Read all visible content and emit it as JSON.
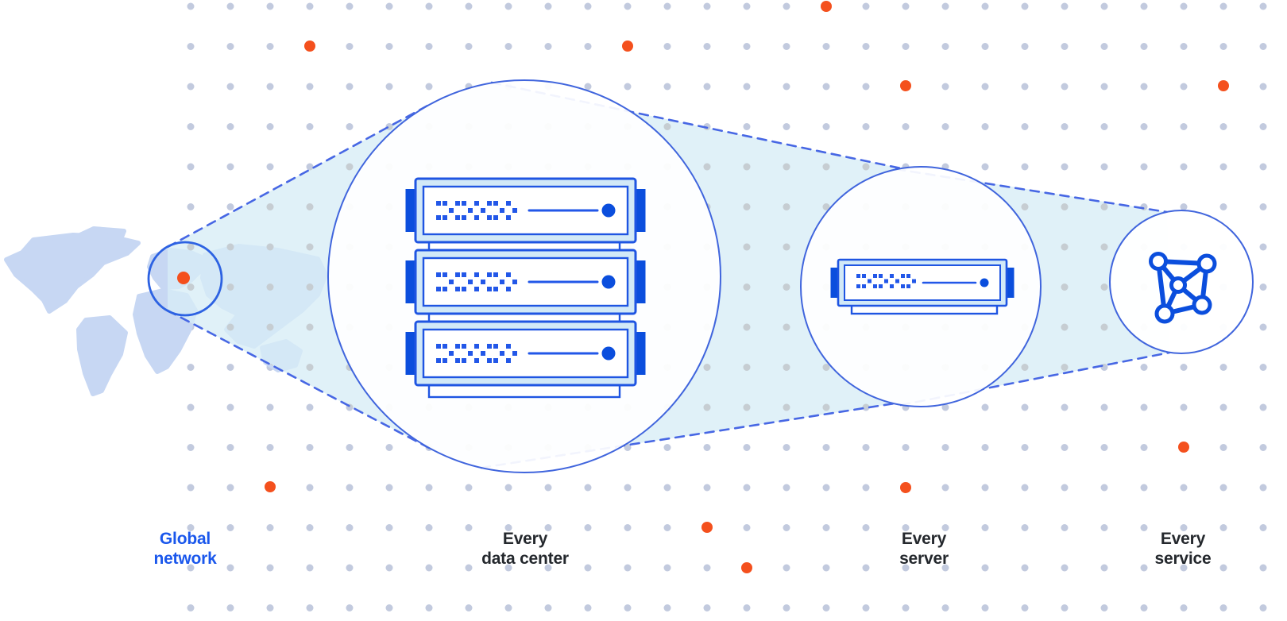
{
  "diagram": {
    "stages": [
      {
        "name": "global-network",
        "line1": "Global",
        "line2": "network",
        "highlighted": true
      },
      {
        "name": "data-center",
        "line1": "Every",
        "line2": "data center",
        "highlighted": false
      },
      {
        "name": "server",
        "line1": "Every",
        "line2": "server",
        "highlighted": false
      },
      {
        "name": "service",
        "line1": "Every",
        "line2": "service",
        "highlighted": false
      }
    ],
    "icons": [
      "world-map-with-location-marker",
      "server-rack-3-units",
      "server-unit",
      "network-graph"
    ],
    "colors": {
      "accent_blue": "#1a57ec",
      "deep_blue": "#0b4edd",
      "server_stroke": "#1f55e2",
      "pattern_blue": "#2257e8",
      "dash_blue": "#4767e4",
      "circle_stroke": "#4065dd",
      "map_ring": "#2d62e2",
      "cone_fill": "#d7edf6",
      "band_cyan": "#d2e9f7",
      "map_blue": "#c7d7f3",
      "grid_dot": "#c2cade",
      "grid_dot_in_cone": "#c6cdd2",
      "orange": "#f4501d",
      "label_dark": "#24282d"
    }
  }
}
